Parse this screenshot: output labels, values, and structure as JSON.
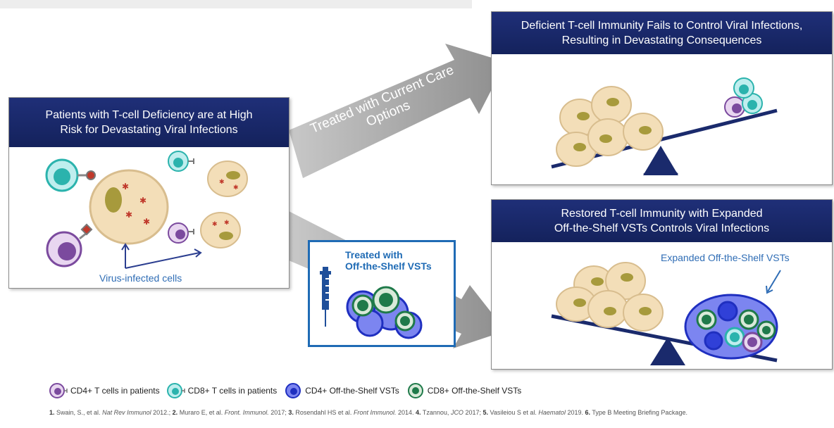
{
  "left_panel": {
    "title_line1": "Patients with T-cell Deficiency are at High",
    "title_line2": "Risk for Devastating Viral Infections",
    "virus_label": "Virus-infected cells"
  },
  "arrow_upper": {
    "line1": "Treated with Current Care",
    "line2": "Options"
  },
  "vst_box": {
    "line1": "Treated with",
    "line2": "Off-the-Shelf VSTs"
  },
  "top_right_panel": {
    "title_line1": "Deficient T-cell Immunity Fails to Control Viral Infections,",
    "title_line2": "Resulting in Devastating Consequences"
  },
  "bottom_right_panel": {
    "title_line1": "Restored T-cell Immunity with Expanded",
    "title_line2": "Off-the-Shelf VSTs Controls Viral Infections",
    "expanded_label": "Expanded Off-the-Shelf  VSTs"
  },
  "legend": [
    {
      "label": "CD4+ T cells in patients",
      "icon": "purple-cell-icon"
    },
    {
      "label": "CD8+ T cells in patients",
      "icon": "teal-cell-icon"
    },
    {
      "label": "CD4+ Off-the-Shelf  VSTs",
      "icon": "blue-vst-icon"
    },
    {
      "label": "CD8+ Off-the-Shelf  VSTs",
      "icon": "green-vst-icon"
    }
  ],
  "references": {
    "r1_num": "1.",
    "r1_a": "Swain, S., et al.",
    "r1_journal": "Nat Rev Immunol",
    "r1_b": "2012.;",
    "r2_num": "2.",
    "r2_a": "Muraro E, et al.",
    "r2_journal": "Front. Immunol.",
    "r2_b": "2017;",
    "r3_num": "3.",
    "r3_a": "Rosendahl HS et al.",
    "r3_journal": "Front Immunol.",
    "r3_b": "2014.",
    "r4_num": "4.",
    "r4_a": "Tzannou,",
    "r4_journal": "JCO",
    "r4_b": "2017;",
    "r5_num": "5.",
    "r5_a": "Vasileiou S et al.",
    "r5_journal": "Haematol",
    "r5_b": "2019.",
    "r6_num": "6.",
    "r6_a": "Type B Meeting Briefing Package."
  },
  "colors": {
    "header_navy": "#1a2a6c",
    "accent_blue": "#1f6bb5",
    "arrow_gray": "#9a9a9a",
    "cd4_patient": "#7b4a9e",
    "cd8_patient": "#2bb3ad",
    "cd4_vst": "#2f3fd0",
    "cd8_vst": "#1f7a4a"
  }
}
